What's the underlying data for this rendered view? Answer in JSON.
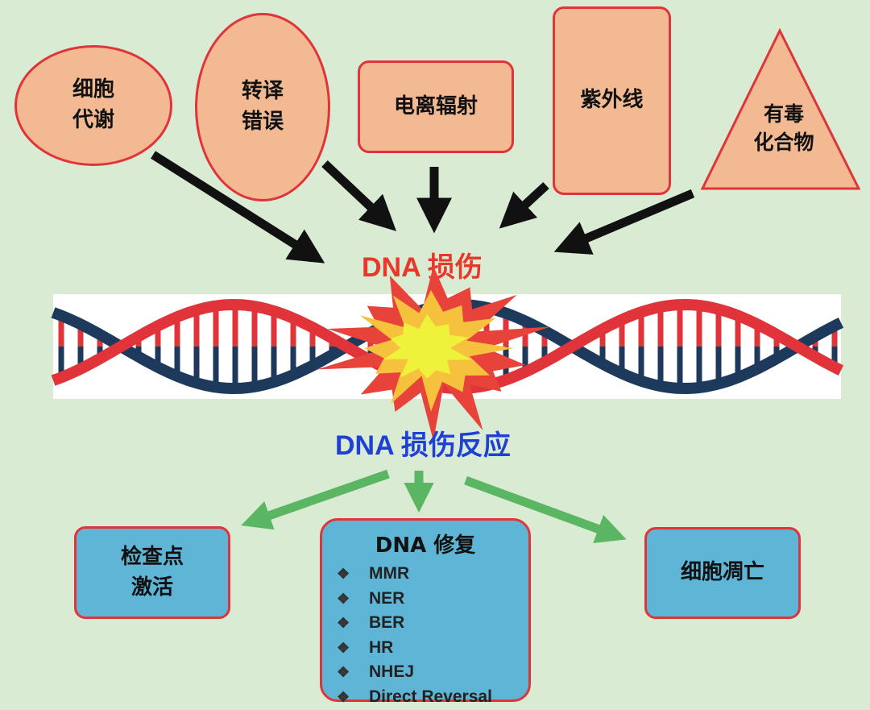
{
  "damage_sources": [
    {
      "label": "细胞\n代谢"
    },
    {
      "label": "转译\n错误"
    },
    {
      "label": "电离辐射"
    },
    {
      "label": "紫外线"
    },
    {
      "label": "有毒\n化合物"
    }
  ],
  "damage_title": "DNA 损伤",
  "response_title": "DNA 损伤反应",
  "outcomes": {
    "checkpoint": "检查点\n激活",
    "repair_title": "DNA 修复",
    "repair_bullet": "❖",
    "repair_items": [
      "MMR",
      "NER",
      "BER",
      "HR",
      "NHEJ",
      "Direct Reversal"
    ],
    "apoptosis": "细胞凋亡"
  },
  "colors": {
    "background": "#d9ecd3",
    "cause_fill": "#f3b992",
    "outcome_fill": "#5fb5d6",
    "border_red": "#e0343a",
    "damage_text": "#e8382c",
    "response_text": "#1f3fd6",
    "arrow_black": "#111111",
    "arrow_green": "#5bb663",
    "strand_red": "#e0343a",
    "strand_navy": "#1d3a5c",
    "strand_blue": "#3e9fcf",
    "burst_outer": "#e8433a",
    "burst_mid": "#f6c23e",
    "burst_core": "#eef23a"
  }
}
